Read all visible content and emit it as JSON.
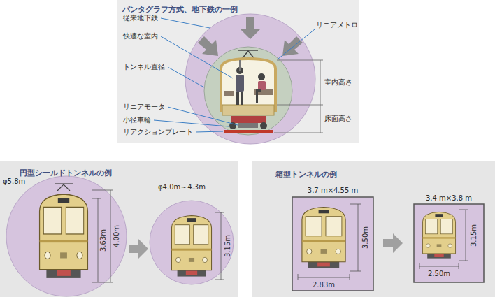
{
  "diagram": {
    "nodes": [
      {
        "text": [
          "パンタグラフ方式、地下鉄の一例"
        ]
      },
      {
        "text": [
          "円型シールドトンネルの例"
        ]
      },
      {
        "text": [
          "箱型トンネルの例"
        ]
      }
    ],
    "labels": [
      "従来地下鉄",
      "快適な室内",
      "トンネル直径",
      "リニアモータ",
      "小径車輪",
      "リアクションプレート",
      "リニアメトロ",
      "室内高さ",
      "床面高さ",
      "φ5.8m",
      "3.63m",
      "4.00m",
      "φ4.0m～4.3m",
      "3.15m",
      "3.7 m×4.55 m",
      "3.50m",
      "2.83m",
      "3.4 m×3.8 m",
      "3.15m",
      "2.50m"
    ]
  }
}
